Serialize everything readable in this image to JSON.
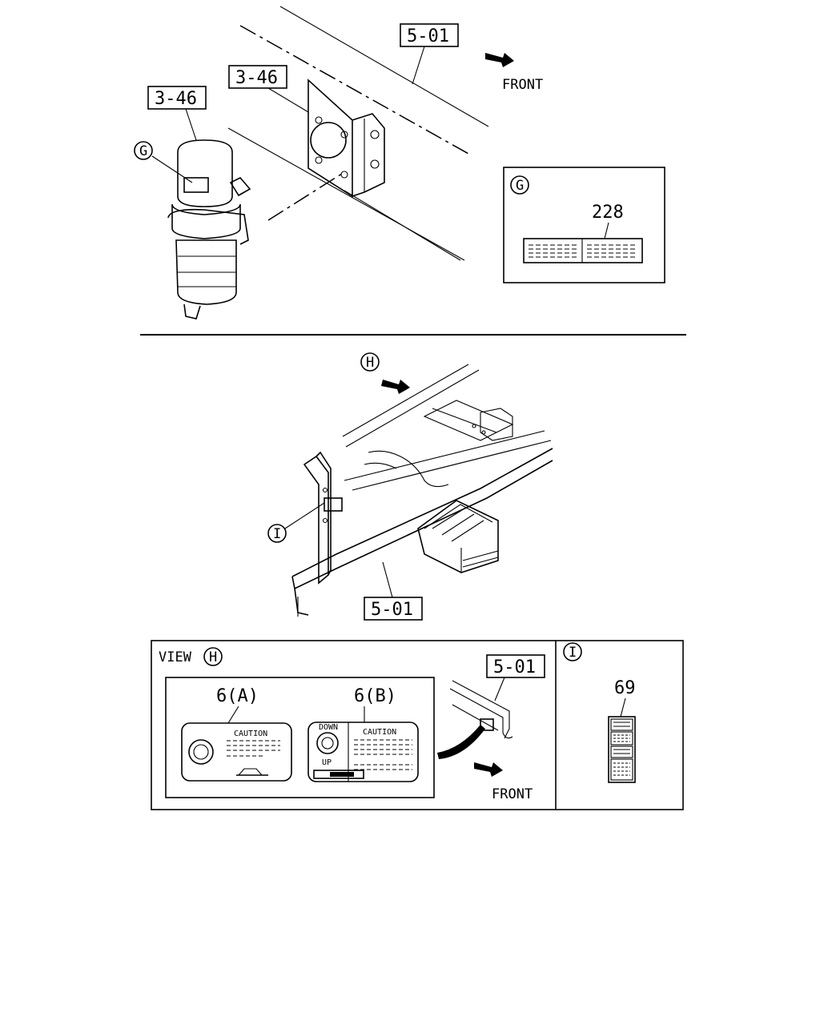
{
  "top": {
    "ref_frame": "5-01",
    "ref_bracket": "3-46",
    "ref_dryer": "3-46",
    "front_label": "FRONT",
    "marker_g": "G",
    "detail_g": {
      "marker": "G",
      "part_no": "228"
    }
  },
  "middle": {
    "marker_h": "H",
    "marker_i": "I",
    "ref_frame": "5-01"
  },
  "view_h": {
    "title_prefix": "VIEW",
    "marker": "H",
    "label_a": "6(A)",
    "label_b": "6(B)",
    "caution_a": "CAUTION",
    "caution_b": "CAUTION",
    "ref_frame": "5-01",
    "front_label": "FRONT",
    "decal_b_down": "DOWN",
    "decal_b_up": "UP"
  },
  "view_i": {
    "marker": "I",
    "part_no": "69"
  }
}
